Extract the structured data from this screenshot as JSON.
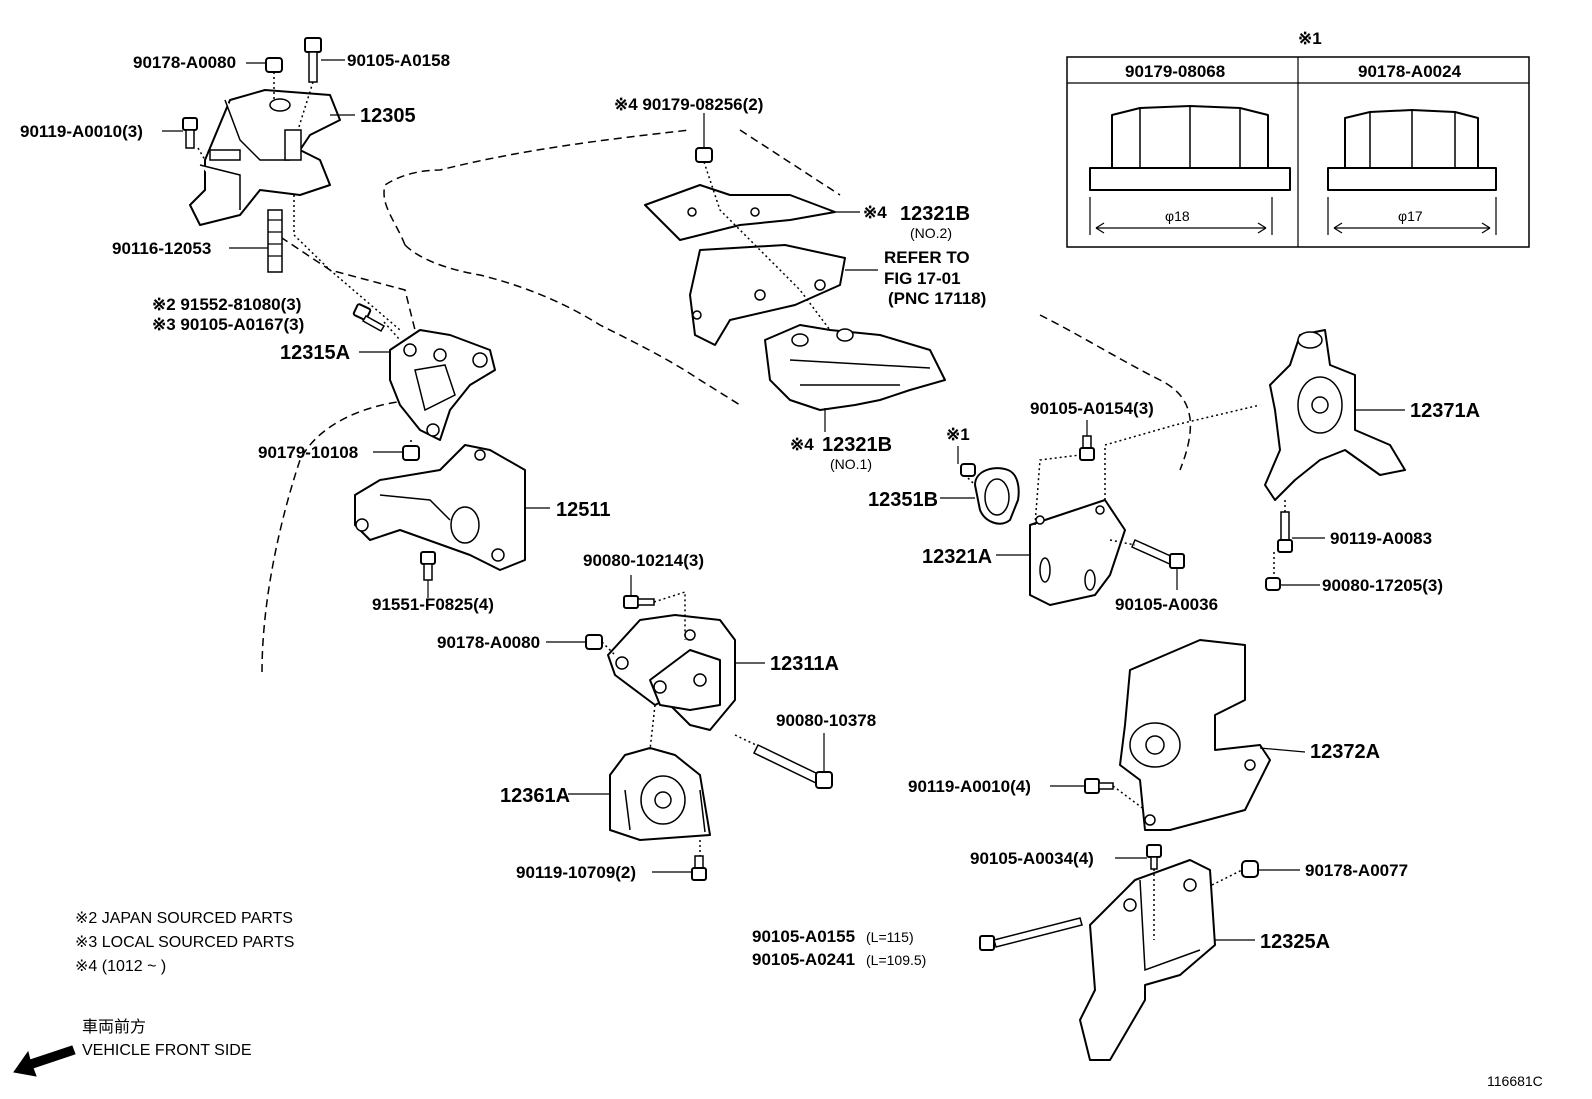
{
  "callouts": [
    {
      "id": "c1",
      "text": "90178-A0080"
    },
    {
      "id": "c2",
      "text": "90105-A0158"
    },
    {
      "id": "c3",
      "text": "12305"
    },
    {
      "id": "c4",
      "text": "90119-A0010(3)"
    },
    {
      "id": "c5",
      "text": "90116-12053"
    },
    {
      "id": "c6",
      "text": "※2 91552-81080(3)"
    },
    {
      "id": "c7",
      "text": "※3 90105-A0167(3)"
    },
    {
      "id": "c8",
      "text": "12315A"
    },
    {
      "id": "c9",
      "text": "90179-10108"
    },
    {
      "id": "c10",
      "text": "12511"
    },
    {
      "id": "c11",
      "text": "91551-F0825(4)"
    },
    {
      "id": "c12",
      "text": "※4 90179-08256(2)"
    },
    {
      "id": "c13",
      "text": "※4"
    },
    {
      "id": "c14",
      "text": "12321B"
    },
    {
      "id": "c15",
      "text": "(NO.2)"
    },
    {
      "id": "c16",
      "text": "REFER TO"
    },
    {
      "id": "c17",
      "text": "FIG 17-01"
    },
    {
      "id": "c18",
      "text": "(PNC 17118)"
    },
    {
      "id": "c19",
      "text": "※4"
    },
    {
      "id": "c20",
      "text": "12321B"
    },
    {
      "id": "c21",
      "text": "(NO.1)"
    },
    {
      "id": "c22",
      "text": "90080-10214(3)"
    },
    {
      "id": "c23",
      "text": "90178-A0080"
    },
    {
      "id": "c24",
      "text": "12311A"
    },
    {
      "id": "c25",
      "text": "90080-10378"
    },
    {
      "id": "c26",
      "text": "12361A"
    },
    {
      "id": "c27",
      "text": "90119-10709(2)"
    },
    {
      "id": "c28",
      "text": "90105-A0154(3)"
    },
    {
      "id": "c29",
      "text": "※1"
    },
    {
      "id": "c30",
      "text": "12351B"
    },
    {
      "id": "c31",
      "text": "12321A"
    },
    {
      "id": "c32",
      "text": "90105-A0036"
    },
    {
      "id": "c33",
      "text": "12371A"
    },
    {
      "id": "c34",
      "text": "90119-A0083"
    },
    {
      "id": "c35",
      "text": "90080-17205(3)"
    },
    {
      "id": "c36",
      "text": "12372A"
    },
    {
      "id": "c37",
      "text": "90119-A0010(4)"
    },
    {
      "id": "c38",
      "text": "90105-A0034(4)"
    },
    {
      "id": "c39",
      "text": "90178-A0077"
    },
    {
      "id": "c40",
      "text": "90105-A0155"
    },
    {
      "id": "c41",
      "text": "(L=115)"
    },
    {
      "id": "c42",
      "text": "90105-A0241"
    },
    {
      "id": "c43",
      "text": "(L=109.5)"
    },
    {
      "id": "c44",
      "text": "12325A"
    }
  ],
  "table": {
    "mark": "※1",
    "col1_header": "90179-08068",
    "col2_header": "90178-A0024",
    "col1_dim": "φ18",
    "col2_dim": "φ17"
  },
  "notes": {
    "n2": "※2 JAPAN SOURCED PARTS",
    "n3": "※3 LOCAL SOURCED PARTS",
    "n4": "※4 (1012 ~        )"
  },
  "front": {
    "jp": "車両前方",
    "en": "VEHICLE FRONT SIDE"
  },
  "figure_code": "116681C"
}
